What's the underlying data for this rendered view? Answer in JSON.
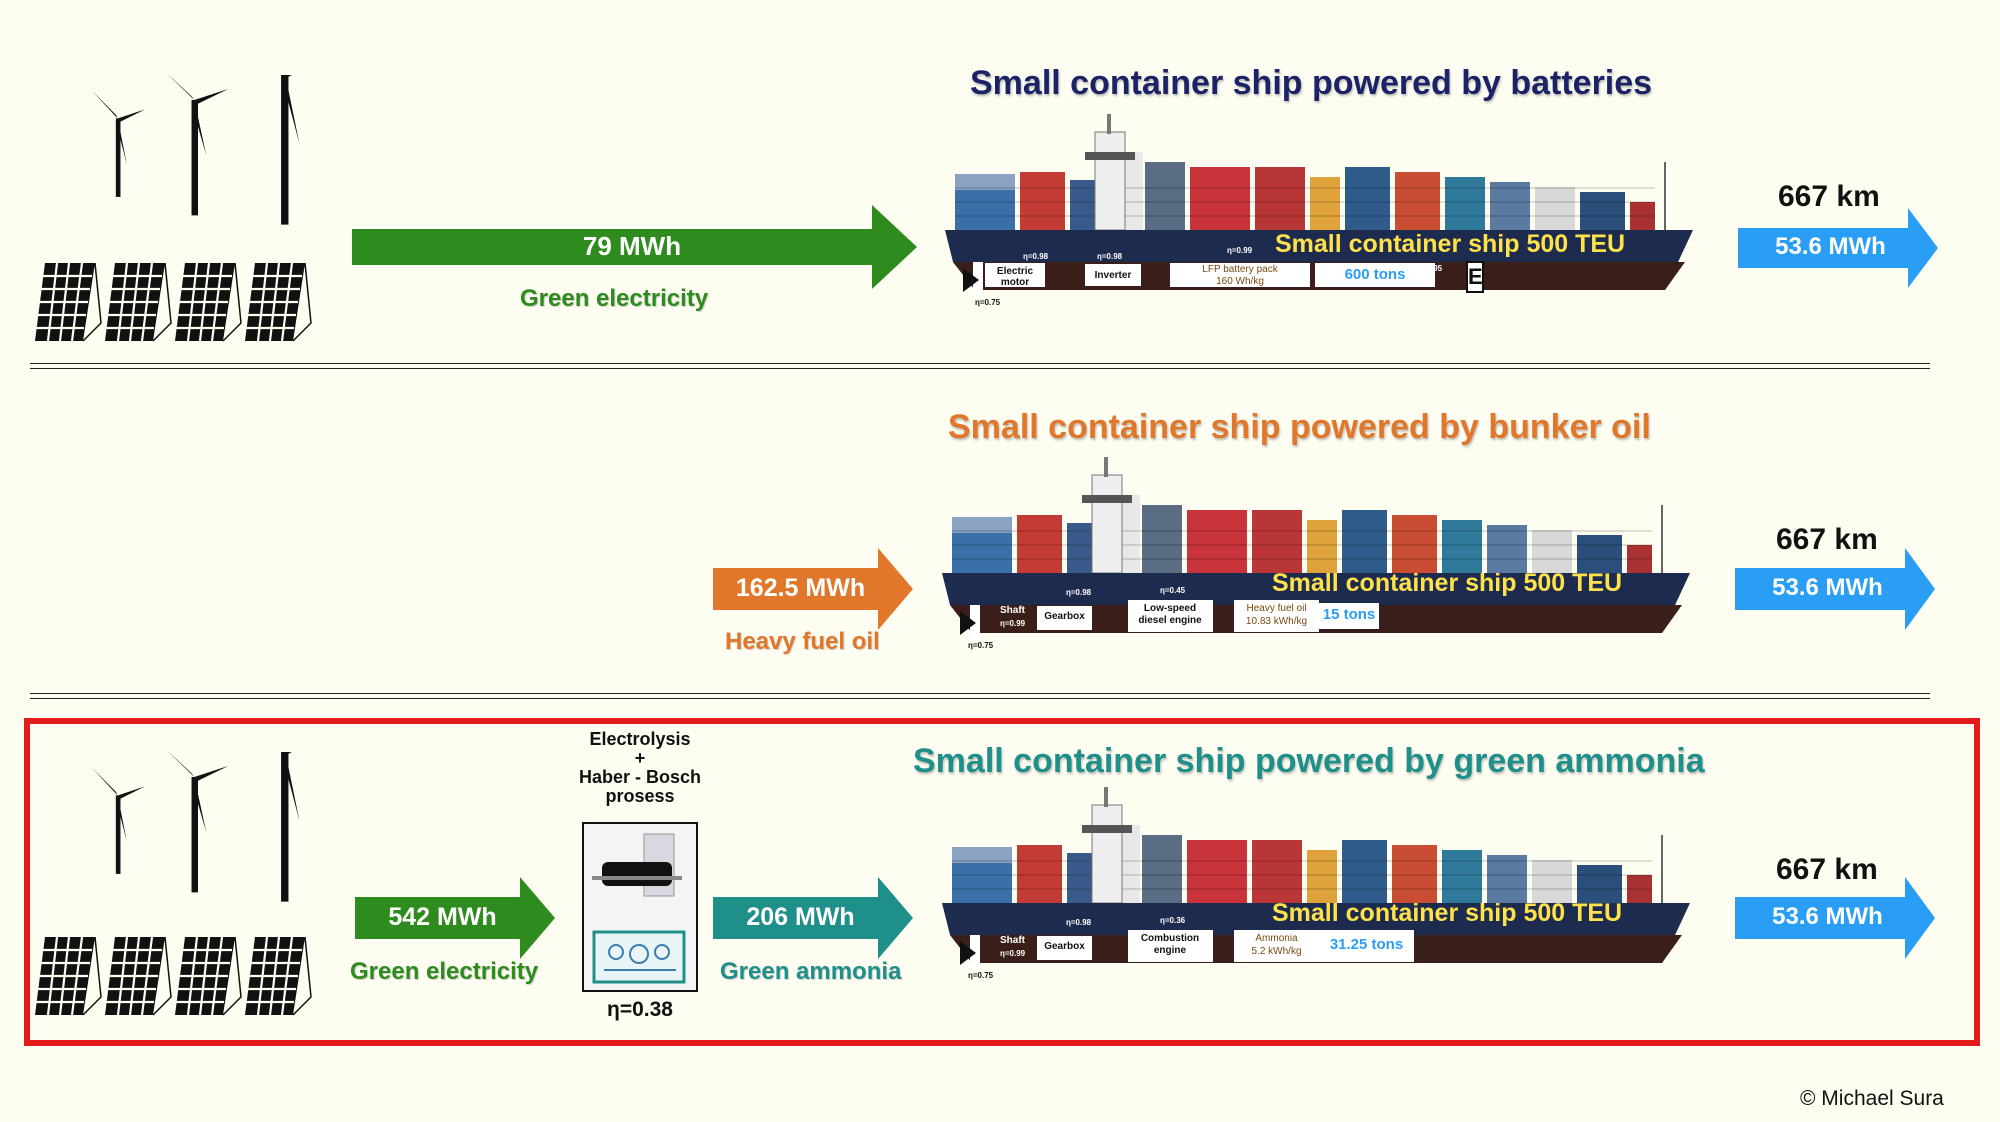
{
  "colors": {
    "green": "#2e8b1e",
    "orange": "#e0772a",
    "teal": "#1f8f8a",
    "blue": "#2a9df4",
    "navy": "#1c2266",
    "red_frame": "#e31b1b",
    "hull_top": "#1d2b4f",
    "hull_bottom": "#3a1e19"
  },
  "rows": [
    {
      "title": "Small container ship powered by batteries",
      "input_arrow": {
        "value": "79 MWh",
        "caption": "Green electricity"
      },
      "ship": {
        "name": "Small container ship 500 TEU",
        "components": [
          {
            "label": "Electric motor",
            "eta": "η=0.98"
          },
          {
            "label": "Inverter",
            "eta": "η=0.98"
          },
          {
            "label": "LFP battery pack",
            "sub": "160 Wh/kg",
            "eta": "η=0.99"
          }
        ],
        "storage_mass": "600 tons",
        "charge_eta": "η=0.95",
        "propeller_eta": "η=0.75"
      },
      "distance": "667 km",
      "output": "53.6 MWh"
    },
    {
      "title": "Small container ship powered by bunker oil",
      "input_arrow": {
        "value": "162.5 MWh",
        "caption": "Heavy fuel oil"
      },
      "ship": {
        "name": "Small container ship 500 TEU",
        "components": [
          {
            "label": "Shaft",
            "eta": "η=0.99"
          },
          {
            "label": "Gearbox",
            "eta": "η=0.98"
          },
          {
            "label": "Low-speed diesel engine",
            "eta": "η=0.45"
          },
          {
            "label": "Heavy fuel oil",
            "sub": "10.83 kWh/kg"
          }
        ],
        "storage_mass": "15 tons",
        "propeller_eta": "η=0.75"
      },
      "distance": "667 km",
      "output": "53.6 MWh"
    },
    {
      "title": "Small container ship powered by green ammonia",
      "input_arrow": {
        "value": "542 MWh",
        "caption": "Green electricity"
      },
      "process": {
        "line1": "Electrolysis",
        "line2": "+",
        "line3": "Haber - Bosch",
        "line4": "prosess",
        "eta": "η=0.38"
      },
      "mid_arrow": {
        "value": "206 MWh",
        "caption": "Green ammonia"
      },
      "ship": {
        "name": "Small container ship 500 TEU",
        "components": [
          {
            "label": "Shaft",
            "eta": "η=0.99"
          },
          {
            "label": "Gearbox",
            "eta": "η=0.98"
          },
          {
            "label": "Combustion engine",
            "eta": "η=0.36"
          },
          {
            "label": "Ammonia",
            "sub": "5.2 kWh/kg"
          }
        ],
        "storage_mass": "31.25 tons",
        "propeller_eta": "η=0.75"
      },
      "distance": "667 km",
      "output": "53.6 MWh"
    }
  ],
  "credit": "© Michael Sura"
}
